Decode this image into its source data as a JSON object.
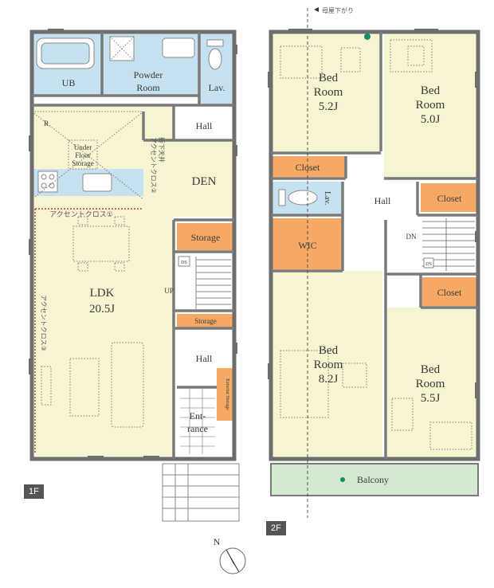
{
  "floor1": {
    "tag": "1F",
    "rooms": {
      "ub": "UB",
      "powder_room_line1": "Powder",
      "powder_room_line2": "Room",
      "lav": "Lav.",
      "hall_top": "Hall",
      "den": "DEN",
      "storage_upper": "Storage",
      "ldk_line1": "LDK",
      "ldk_line2": "20.5J",
      "storage_lower": "Storage",
      "hall_lower": "Hall",
      "entrance_line1": "Ent-",
      "entrance_line2": "rance",
      "exterior_storage": "Exterior Storage",
      "underfloor_line1": "Under",
      "underfloor_line2": "Floor",
      "underfloor_line3": "Storage",
      "r_mark": "R",
      "up": "UP",
      "ds": "DS"
    },
    "notes": {
      "accent_cross_1": "アクセントクロス①",
      "ceiling_line1": "折下天井",
      "ceiling_line2": "アクセントクロス②",
      "accent_cross_3": "アクセントクロス③"
    }
  },
  "floor2": {
    "tag": "2F",
    "rooms": {
      "bed1_line1": "Bed",
      "bed1_line2": "Room",
      "bed1_line3": "5.2J",
      "bed2_line1": "Bed",
      "bed2_line2": "Room",
      "bed2_line3": "5.0J",
      "closet_1": "Closet",
      "lav": "Lav.",
      "hall": "Hall",
      "closet_2": "Closet",
      "wic": "WIC",
      "dn": "DN",
      "ds": "DS",
      "closet_3": "Closet",
      "bed3_line1": "Bed",
      "bed3_line2": "Room",
      "bed3_line3": "8.2J",
      "bed4_line1": "Bed",
      "bed4_line2": "Room",
      "bed4_line3": "5.5J",
      "balcony": "Balcony"
    },
    "notes": {
      "ceiling_drop": "母屋下がり"
    }
  },
  "compass": {
    "north": "N"
  },
  "colors": {
    "wet_area": "#c6e2f0",
    "living": "#f7f4d2",
    "storage": "#f5a964",
    "balcony": "#d4ead0",
    "hall": "#ffffff",
    "wall": "#6d6d6d",
    "accent_dash": "#c0392b"
  }
}
